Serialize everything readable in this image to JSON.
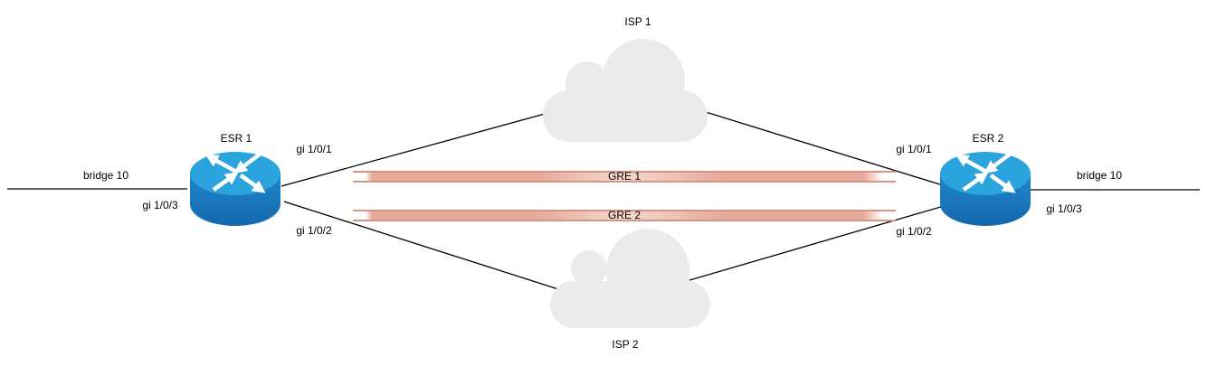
{
  "diagram": {
    "routers": [
      {
        "name": "ESR 1",
        "bridge": "bridge 10",
        "interfaces": {
          "uplink1": "gi 1/0/1",
          "uplink2": "gi 1/0/2",
          "lan": "gi 1/0/3"
        }
      },
      {
        "name": "ESR 2",
        "bridge": "bridge 10",
        "interfaces": {
          "uplink1": "gi 1/0/1",
          "uplink2": "gi 1/0/2",
          "lan": "gi 1/0/3"
        }
      }
    ],
    "clouds": [
      {
        "label": "ISP 1"
      },
      {
        "label": "ISP 2"
      }
    ],
    "tunnels": [
      {
        "label": "GRE 1"
      },
      {
        "label": "GRE 2"
      }
    ],
    "colors": {
      "router-top": "#2ba4dd",
      "router-body": "#1e87cd",
      "router-body-dark": "#1568ab",
      "cloud-fill": "#ebebeb",
      "tunnel-edge": "#d89585",
      "tunnel-body": "#e5aa9a",
      "tunnel-highlight": "#f4dbd0",
      "link-line": "#000000"
    }
  }
}
